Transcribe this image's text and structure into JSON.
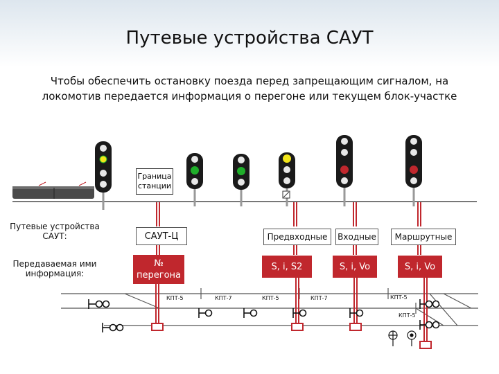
{
  "title": "Путевые устройства САУТ",
  "subtitle": "Чтобы обеспечить остановку поезда перед запрещающим сигналом, на локомотив передается информация о перегоне или текущем блок-участке",
  "station_border": "Граница станции",
  "left_labels": {
    "devices": "Путевые устройства САУТ:",
    "info": "Передаваемая ими информация:"
  },
  "device_types": {
    "saut_c": "САУТ-Ц",
    "pre_entry": "Предвходные",
    "entry": "Входные",
    "route": "Маршрутные"
  },
  "info_values": {
    "stage_number": "№ перегона",
    "pre_entry": "S, i, S2",
    "entry": "S, i, Vo",
    "route": "S, i, Vo"
  },
  "track_labels": {
    "kpt5_a": "КПТ-5",
    "kpt7_a": "КПТ-7",
    "kpt5_b": "КПТ-5",
    "kpt7_b": "КПТ-7",
    "kpt5_c": "КПТ-5",
    "kpt5_d": "КПТ-5"
  },
  "colors": {
    "red": "#c0272d",
    "green": "#1fae2a",
    "yellow": "#f2e51a",
    "signal_head": "#1a1a1a"
  }
}
